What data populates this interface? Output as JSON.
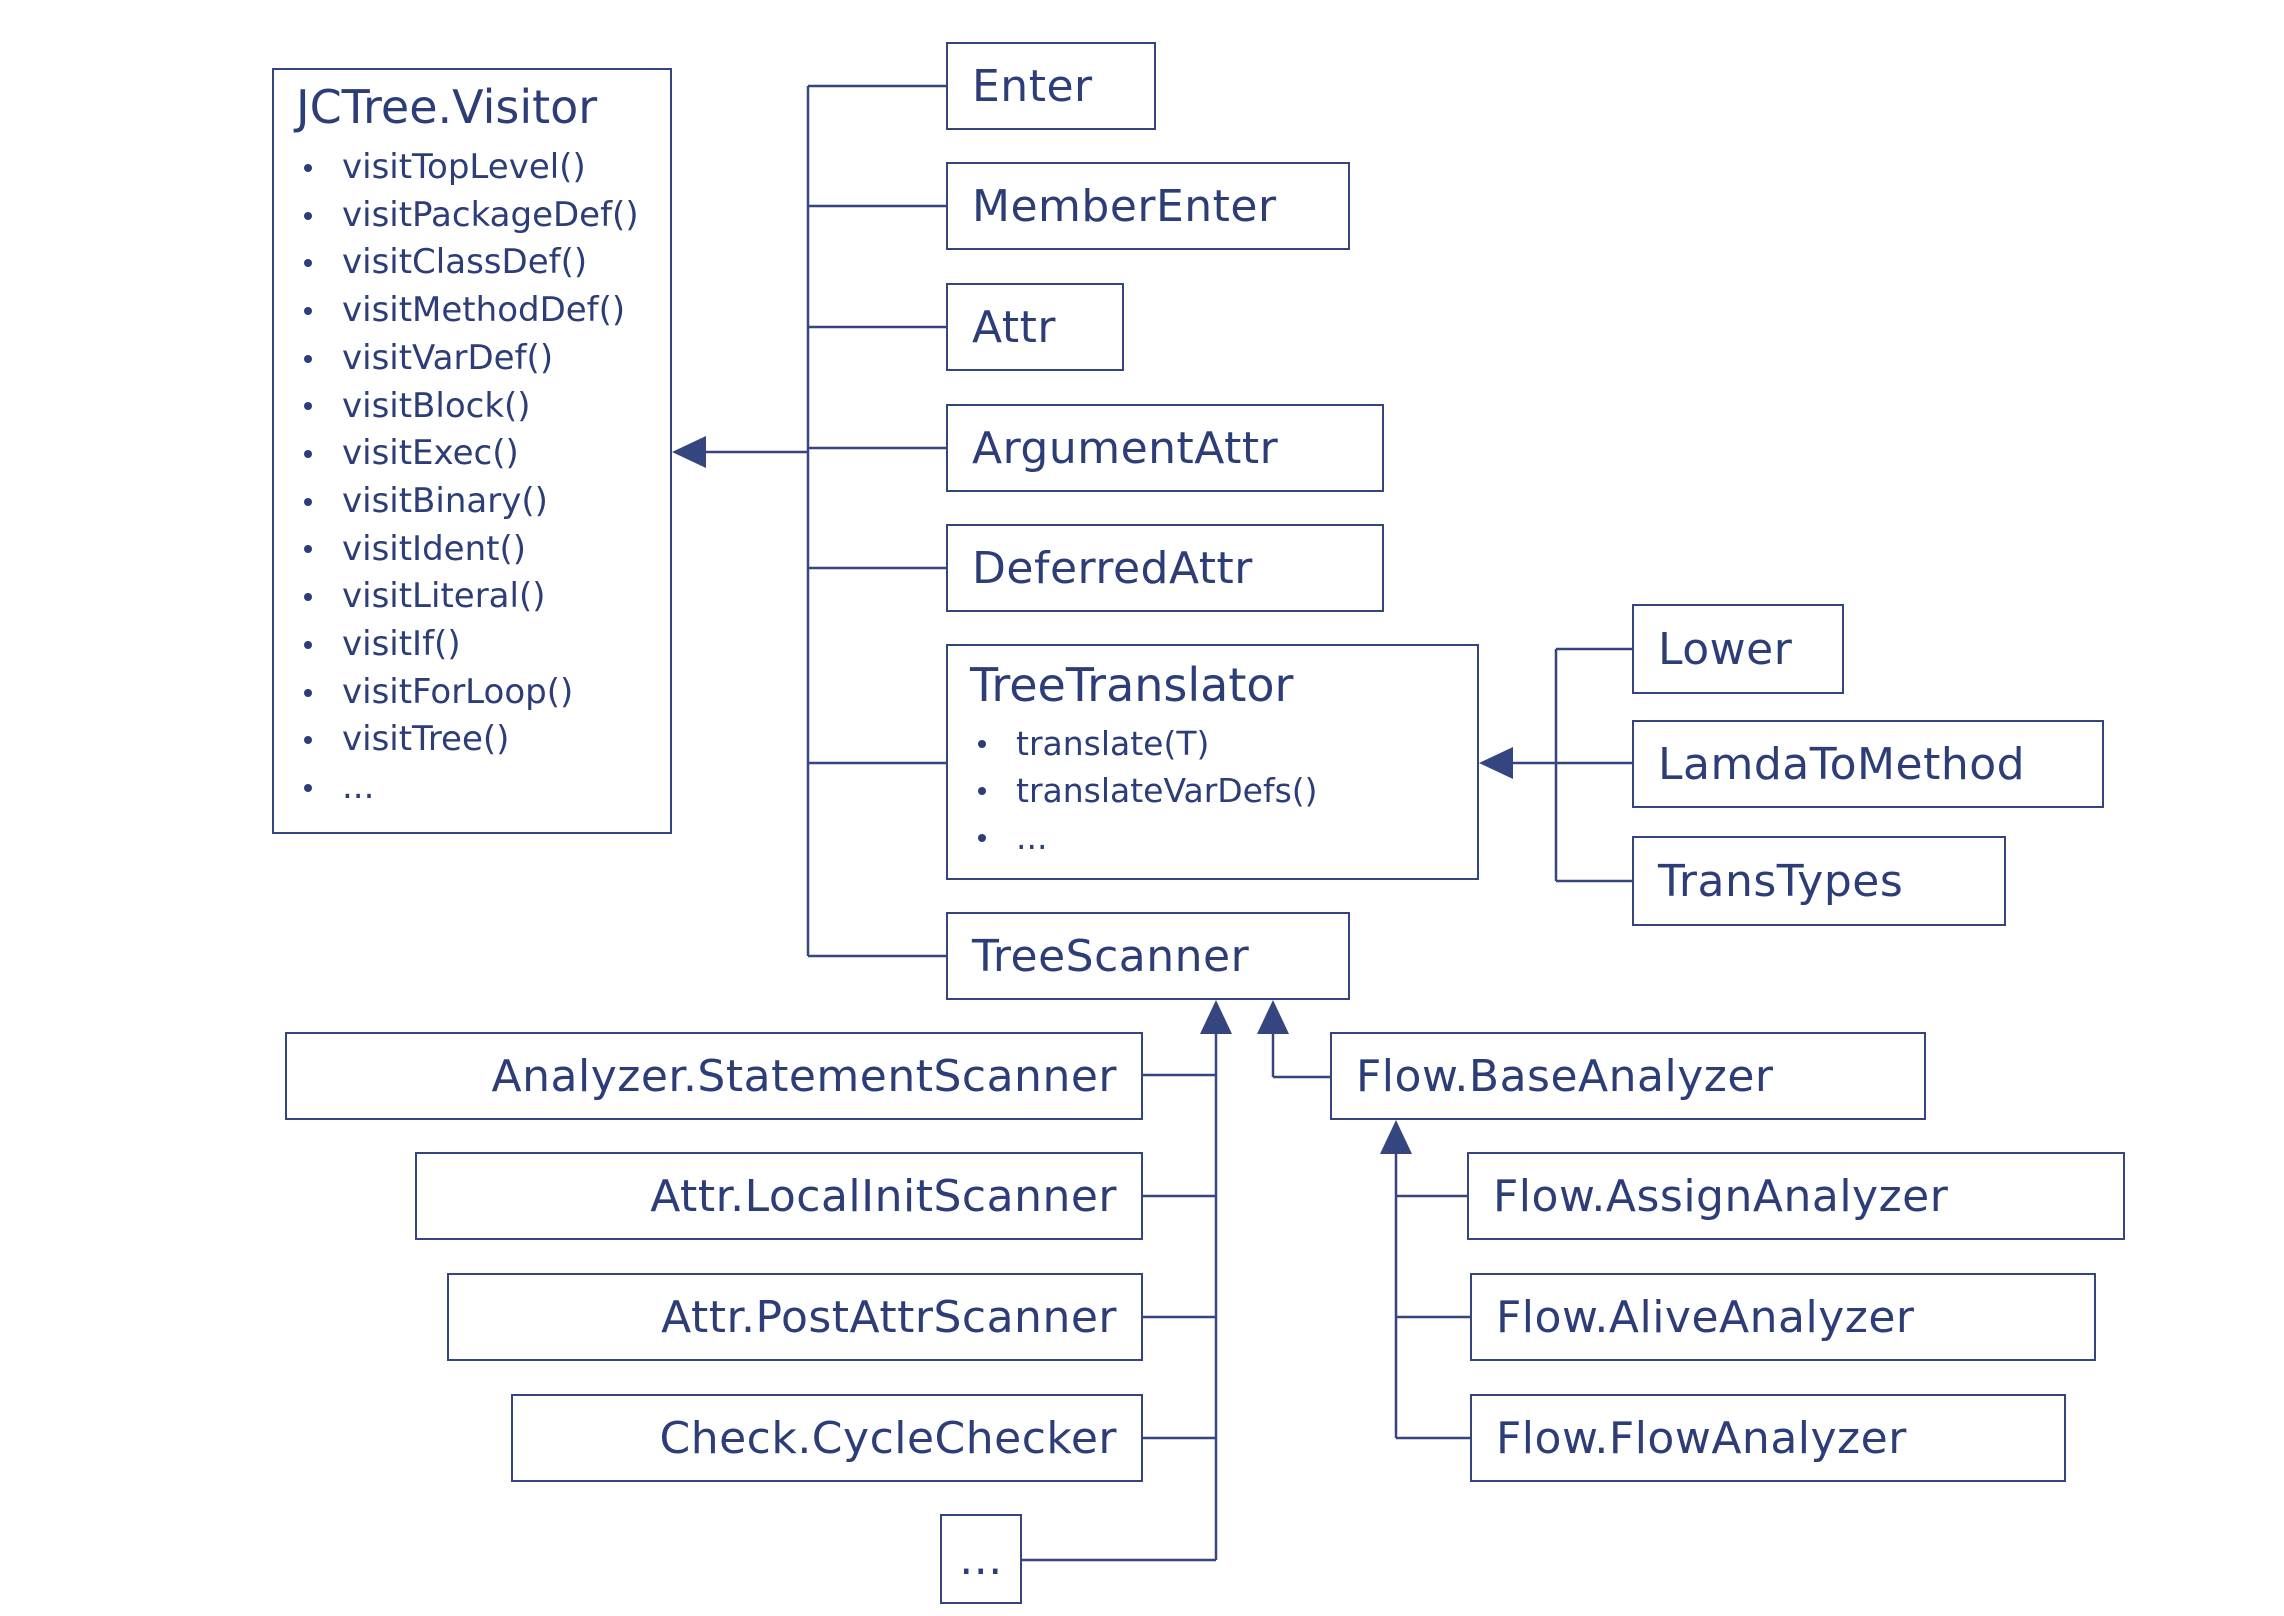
{
  "visitor": {
    "title": "JCTree.Visitor",
    "methods": [
      "visitTopLevel()",
      "visitPackageDef()",
      "visitClassDef()",
      "visitMethodDef()",
      "visitVarDef()",
      "visitBlock()",
      "visitExec()",
      "visitBinary()",
      "visitIdent()",
      "visitLiteral()",
      "visitIf()",
      "visitForLoop()",
      "visitTree()",
      "..."
    ]
  },
  "implementors": {
    "enter": "Enter",
    "member_enter": "MemberEnter",
    "attr": "Attr",
    "argument_attr": "ArgumentAttr",
    "deferred_attr": "DeferredAttr"
  },
  "tree_translator": {
    "title": "TreeTranslator",
    "methods": [
      "translate(T)",
      "translateVarDefs()",
      "..."
    ],
    "subclasses": {
      "lower": "Lower",
      "lamda_to_method": "LamdaToMethod",
      "trans_types": "TransTypes"
    }
  },
  "tree_scanner": {
    "title": "TreeScanner",
    "subclasses": {
      "statement_scanner": "Analyzer.StatementScanner",
      "local_init_scanner": "Attr.LocalInitScanner",
      "post_attr_scanner": "Attr.PostAttrScanner",
      "cycle_checker": "Check.CycleChecker",
      "more": "..."
    }
  },
  "base_analyzer": {
    "title": "Flow.BaseAnalyzer",
    "subclasses": {
      "assign_analyzer": "Flow.AssignAnalyzer",
      "alive_analyzer": "Flow.AliveAnalyzer",
      "flow_analyzer": "Flow.FlowAnalyzer"
    }
  }
}
